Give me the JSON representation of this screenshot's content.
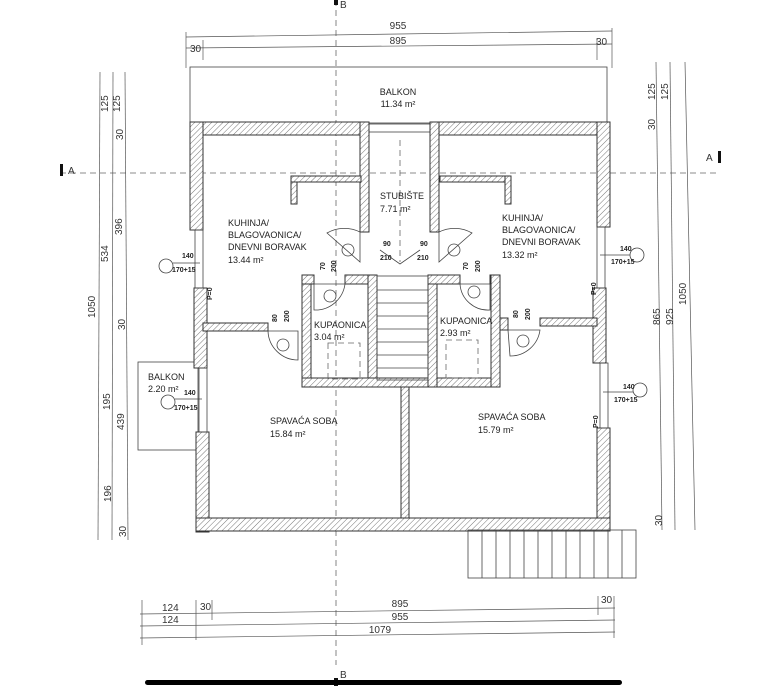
{
  "title": "Floor plan",
  "rooms": {
    "balkon_top": {
      "name": "BALKON",
      "area": "11.34 m²"
    },
    "stubiste": {
      "name": "STUBIŠTE",
      "area": "7.71 m²"
    },
    "kuhinja_left": {
      "line1": "KUHINJA/",
      "line2": "BLAGOVAONICA/",
      "line3": "DNEVNI BORAVAK",
      "area": "13.44 m²"
    },
    "kuhinja_right": {
      "line1": "KUHINJA/",
      "line2": "BLAGOVAONICA/",
      "line3": "DNEVNI BORAVAK",
      "area": "13.32 m²"
    },
    "kupaonica_left": {
      "name": "KUPAONICA",
      "area": "3.04 m²"
    },
    "kupaonica_right": {
      "name": "KUPAONICA",
      "area": "2.93 m²"
    },
    "spavaca_left": {
      "name": "SPAVAĆA SOBA",
      "area": "15.84 m²"
    },
    "spavaca_right": {
      "name": "SPAVAĆA SOBA",
      "area": "15.79 m²"
    },
    "balkon_left": {
      "name": "BALKON",
      "area": "2.20 m²"
    }
  },
  "doors": {
    "stair_w": "90",
    "stair_h": "210",
    "bath_w": "70",
    "bath_h": "200",
    "room_w": "80",
    "room_h": "200"
  },
  "windows": {
    "w": "140",
    "h": "170+15",
    "sill": "P=0"
  },
  "sections": {
    "a": "A",
    "b": "B"
  },
  "dimensions": {
    "top": [
      "955",
      "895",
      "30",
      "30"
    ],
    "bottom": [
      "124",
      "30",
      "895",
      "30",
      "124",
      "955",
      "1079"
    ],
    "left": [
      "125",
      "125",
      "30",
      "534",
      "396",
      "1050",
      "30",
      "195",
      "439",
      "196",
      "30"
    ],
    "right": [
      "125",
      "125",
      "30",
      "865",
      "925",
      "1050",
      "30"
    ]
  }
}
